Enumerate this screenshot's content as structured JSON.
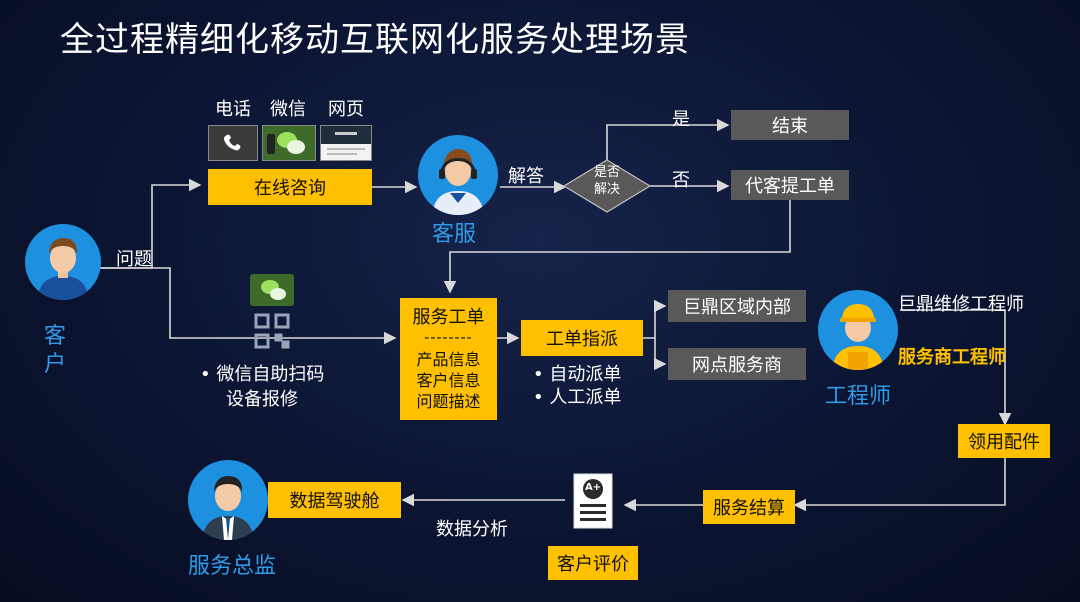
{
  "title": "全过程精细化移动互联网化服务处理场景",
  "channels": {
    "phone": "电话",
    "wechat": "微信",
    "web": "网页"
  },
  "boxes": {
    "online_consult": "在线咨询",
    "end": "结束",
    "agent_ticket": "代客提工单",
    "ticket_title": "服务工单",
    "ticket_sep": "--------",
    "ticket_item_1": "产品信息",
    "ticket_item_2": "客户信息",
    "ticket_item_3": "问题描述",
    "dispatch": "工单指派",
    "region": "巨鼎区域内部",
    "outlet": "网点服务商",
    "parts": "领用配件",
    "settle": "服务结算",
    "review": "客户评价",
    "cockpit": "数据驾驶舱"
  },
  "decision": {
    "line1": "是否",
    "line2": "解决"
  },
  "labels": {
    "answer": "解答",
    "yes": "是",
    "no": "否",
    "question": "问题",
    "scan_line1": "• 微信自助扫码",
    "scan_line2": "设备报修",
    "auto_dispatch": "• 自动派单",
    "manual_dispatch": "• 人工派单",
    "juding_engineer": "巨鼎维修工程师",
    "provider_engineer": "服务商工程师",
    "data_analysis": "数据分析"
  },
  "roles": {
    "customer_1": "客",
    "customer_2": "户",
    "service": "客服",
    "engineer": "工程师",
    "director": "服务总监"
  },
  "grade": "A+",
  "colors": {
    "accent": "#ffc000",
    "role": "#2f9be8",
    "gray": "#595959",
    "background": "#0b1431"
  }
}
